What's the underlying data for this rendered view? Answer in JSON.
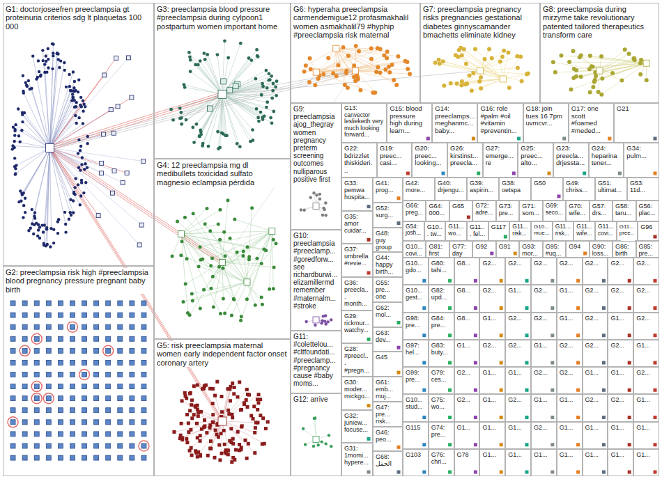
{
  "diagram": {
    "nodes": [
      {
        "text": [
          "G1: doctorjoseefren preeclampsia gt proteinuria criterios sdg lt plaquetas 100 000"
        ]
      },
      {
        "text": [
          "G2: preeclampsia risk high #preeclampsia blood pregnancy pressure pregnant baby birth"
        ]
      },
      {
        "text": [
          "G3: preeclampsia blood pressure #preeclampsia during cylpoon1 postpartum women important home"
        ]
      },
      {
        "text": [
          "G4: 12 preeclampsia mg dl medibullets toxicidad sulfato magnesio eclampsia pérdida"
        ]
      },
      {
        "text": [
          "G5: risk preeclampsia maternal women early independent factor onset coronary artery"
        ]
      },
      {
        "text": [
          "G6: hyperaha preeclampsia carmendemigue12 profasmakhalil women asmakhalil79 #hyphip #preeclampsia risk maternal"
        ]
      },
      {
        "text": [
          "G7: preeclampsia pregnancy risks pregnancies gestational diabetes ginnyscamander bmachetts eliminate kidney"
        ]
      },
      {
        "text": [
          "G8: preeclampsia during mirzyme take revolutionary patented tailored therapeutics transform care"
        ]
      },
      {
        "text": [
          "G9: preeclampsia ajog_thegray women pregnancy preterm screening outcomes nulliparous positive first"
        ]
      },
      {
        "text": [
          "G10: preeclampsia #preeclamp... #goredforw... see richardburwi... elizamillermd remember #maternalm... #stroke"
        ]
      },
      {
        "text": [
          "G11: #colettelou... #cltfoundati... #preeclamp... #pregnancy cause #baby moms..."
        ]
      },
      {
        "text": [
          "G12: arrive"
        ]
      },
      {
        "text": [
          "G13: canvector lesliekeith very much looking forward..."
        ]
      },
      {
        "text": [
          "G15: blood pressure high during learn..."
        ]
      },
      {
        "text": [
          "G14: preeclamps... meghanmc... baby..."
        ]
      },
      {
        "text": [
          "G16: role #palm #oil #vitamin #preventin..."
        ]
      },
      {
        "text": [
          "G18: join tues 16 7pm uvmcvr..."
        ]
      },
      {
        "text": [
          "G17: one scott #foamed #meded..."
        ]
      },
      {
        "text": [
          "G21"
        ]
      },
      {
        "text": [
          "G22: bdrizzlet thiskideri..."
        ]
      },
      {
        "text": [
          "G19: preec... casi..."
        ]
      },
      {
        "text": [
          "G20: preec... looking..."
        ]
      },
      {
        "text": [
          "G26: kirstinst... preecla..."
        ]
      },
      {
        "text": [
          "G27: emerge... re"
        ]
      },
      {
        "text": [
          "G25: preec... alto..."
        ]
      },
      {
        "text": [
          "G23: preecla... drjessta..."
        ]
      },
      {
        "text": [
          "G24: heparina tener..."
        ]
      },
      {
        "text": [
          "G34: pulm..."
        ]
      },
      {
        "text": [
          "G33: pemwa hospita..."
        ]
      },
      {
        "text": [
          "G35: amor cuidar..."
        ]
      },
      {
        "text": [
          "G37: umbrella #revie..."
        ]
      },
      {
        "text": [
          "G36: preecla... month..."
        ]
      },
      {
        "text": [
          "G29: rickmur... watchy..."
        ]
      },
      {
        "text": [
          "G28: #preecl... #pregn..."
        ]
      },
      {
        "text": [
          "G30: moder... rnickgo..."
        ]
      },
      {
        "text": [
          "G32: juniew... focuse..."
        ]
      },
      {
        "text": [
          "G31: 1momi... hypere..."
        ]
      },
      {
        "text": [
          "G41: prog..."
        ]
      },
      {
        "text": [
          "G52: surg..."
        ]
      },
      {
        "text": [
          "G48: guy group"
        ]
      },
      {
        "text": [
          "G44: happy birth..."
        ]
      },
      {
        "text": [
          "G55: pre... one"
        ]
      },
      {
        "text": [
          "G62: mol..."
        ]
      },
      {
        "text": [
          "G63: dev..."
        ]
      },
      {
        "text": [
          "G45"
        ]
      },
      {
        "text": [
          "G61: emb... muj..."
        ]
      },
      {
        "text": [
          "G47: pre... risk..."
        ]
      },
      {
        "text": [
          "G46: peo..."
        ]
      },
      {
        "text": [
          "G68: الحمل"
        ]
      },
      {
        "text": [
          "G42: more..."
        ]
      },
      {
        "text": [
          "G40: drjengu..."
        ]
      },
      {
        "text": [
          "G39: aspirin..."
        ]
      },
      {
        "text": [
          "G38: oetspa"
        ]
      },
      {
        "text": [
          "G50"
        ]
      },
      {
        "text": [
          "G49: chriss..."
        ]
      },
      {
        "text": [
          "G51: ultimat..."
        ]
      },
      {
        "text": [
          "G53: 11d..."
        ]
      },
      {
        "text": [
          "G66: preg..."
        ]
      },
      {
        "text": [
          "G64: 000..."
        ]
      },
      {
        "text": [
          "G65"
        ]
      },
      {
        "text": [
          "G72: adre..."
        ]
      },
      {
        "text": [
          "G73: pre..."
        ]
      },
      {
        "text": [
          "G71: som..."
        ]
      },
      {
        "text": [
          "G69: seco..."
        ]
      },
      {
        "text": [
          "G70: wife..."
        ]
      },
      {
        "text": [
          "G57: drs..."
        ]
      },
      {
        "text": [
          "G58: taru..."
        ]
      },
      {
        "text": [
          "G56: plac..."
        ]
      },
      {
        "text": [
          "G54: josh..."
        ]
      },
      {
        "text": [
          "G10... tw..."
        ]
      },
      {
        "text": [
          "G11... wo..."
        ]
      },
      {
        "text": [
          "G11... fel..."
        ]
      },
      {
        "text": [
          "G117"
        ]
      },
      {
        "text": [
          "G11... risk..."
        ]
      },
      {
        "text": [
          "G10... mue..."
        ]
      },
      {
        "text": [
          "G11... risk..."
        ]
      },
      {
        "text": [
          "G11... wife..."
        ]
      },
      {
        "text": [
          "G11... covi..."
        ]
      },
      {
        "text": [
          "G11... pree..."
        ]
      },
      {
        "text": [
          "G96"
        ]
      },
      {
        "text": [
          "G10... covi..."
        ]
      },
      {
        "text": [
          "G81: first"
        ]
      },
      {
        "text": [
          "G77: day"
        ]
      },
      {
        "text": [
          "G92"
        ]
      },
      {
        "text": [
          "G91"
        ]
      },
      {
        "text": [
          "G93: mor..."
        ]
      },
      {
        "text": [
          "G95: #uq..."
        ]
      },
      {
        "text": [
          "G94"
        ]
      },
      {
        "text": [
          "G90: loss..."
        ]
      },
      {
        "text": [
          "G86: birth"
        ]
      },
      {
        "text": [
          "G85: pre..."
        ]
      },
      {
        "text": [
          "G10... gdo..."
        ]
      },
      {
        "text": [
          "G80: tahi..."
        ]
      },
      {
        "text": [
          "G8..."
        ]
      },
      {
        "text": [
          "G2..."
        ]
      },
      {
        "text": [
          "G2..."
        ]
      },
      {
        "text": [
          "G2..."
        ]
      },
      {
        "text": [
          "G2..."
        ]
      },
      {
        "text": [
          "G2..."
        ]
      },
      {
        "text": [
          "G2..."
        ]
      },
      {
        "text": [
          "G2..."
        ]
      },
      {
        "text": [
          "G10... gest..."
        ]
      },
      {
        "text": [
          "G82: upd..."
        ]
      },
      {
        "text": [
          "G8..."
        ]
      },
      {
        "text": [
          "G2..."
        ]
      },
      {
        "text": [
          "G1..."
        ]
      },
      {
        "text": [
          "G2..."
        ]
      },
      {
        "text": [
          "G1..."
        ]
      },
      {
        "text": [
          "G2..."
        ]
      },
      {
        "text": [
          "G2..."
        ]
      },
      {
        "text": [
          "G2..."
        ]
      },
      {
        "text": [
          "G98: pre..."
        ]
      },
      {
        "text": [
          "G84: pre..."
        ]
      },
      {
        "text": [
          "G8..."
        ]
      },
      {
        "text": [
          "G1..."
        ]
      },
      {
        "text": [
          "G2..."
        ]
      },
      {
        "text": [
          "G2..."
        ]
      },
      {
        "text": [
          "G1..."
        ]
      },
      {
        "text": [
          "G2..."
        ]
      },
      {
        "text": [
          "G1..."
        ]
      },
      {
        "text": [
          "G2..."
        ]
      },
      {
        "text": [
          "G97: hel..."
        ]
      },
      {
        "text": [
          "G83: buty..."
        ]
      },
      {
        "text": [
          "G1..."
        ]
      },
      {
        "text": [
          "G2..."
        ]
      },
      {
        "text": [
          "G2..."
        ]
      },
      {
        "text": [
          "G1..."
        ]
      },
      {
        "text": [
          "G2..."
        ]
      },
      {
        "text": [
          "G2..."
        ]
      },
      {
        "text": [
          "G2..."
        ]
      },
      {
        "text": [
          "G1..."
        ]
      },
      {
        "text": [
          "G99: pre..."
        ]
      },
      {
        "text": [
          "G79: ces..."
        ]
      },
      {
        "text": [
          "G2..."
        ]
      },
      {
        "text": [
          "G1..."
        ]
      },
      {
        "text": [
          "G1..."
        ]
      },
      {
        "text": [
          "G2..."
        ]
      },
      {
        "text": [
          "G2..."
        ]
      },
      {
        "text": [
          "G1..."
        ]
      },
      {
        "text": [
          "G1..."
        ]
      },
      {
        "text": [
          "G2..."
        ]
      },
      {
        "text": [
          "G10... stud..."
        ]
      },
      {
        "text": [
          "G75: wo..."
        ]
      },
      {
        "text": [
          "G2..."
        ]
      },
      {
        "text": [
          "G1..."
        ]
      },
      {
        "text": [
          "G2..."
        ]
      },
      {
        "text": [
          "G1..."
        ]
      },
      {
        "text": [
          "G1..."
        ]
      },
      {
        "text": [
          "G2..."
        ]
      },
      {
        "text": [
          "G2..."
        ]
      },
      {
        "text": [
          "G1..."
        ]
      },
      {
        "text": [
          "G115"
        ]
      },
      {
        "text": [
          "G74: pre..."
        ]
      },
      {
        "text": [
          "G1..."
        ]
      },
      {
        "text": [
          "G1..."
        ]
      },
      {
        "text": [
          "G1..."
        ]
      },
      {
        "text": [
          "G2..."
        ]
      },
      {
        "text": [
          "G1..."
        ]
      },
      {
        "text": [
          "G1..."
        ]
      },
      {
        "text": [
          "G1..."
        ]
      },
      {
        "text": [
          "G1..."
        ]
      },
      {
        "text": [
          "G103"
        ]
      },
      {
        "text": [
          "G76: chri..."
        ]
      },
      {
        "text": [
          "G78"
        ]
      },
      {
        "text": [
          "G1..."
        ]
      },
      {
        "text": [
          "G1..."
        ]
      },
      {
        "text": [
          "G1..."
        ]
      },
      {
        "text": [
          "G1..."
        ]
      },
      {
        "text": [
          "G1..."
        ]
      },
      {
        "text": [
          "G1..."
        ]
      },
      {
        "text": [
          "G1..."
        ]
      }
    ]
  }
}
